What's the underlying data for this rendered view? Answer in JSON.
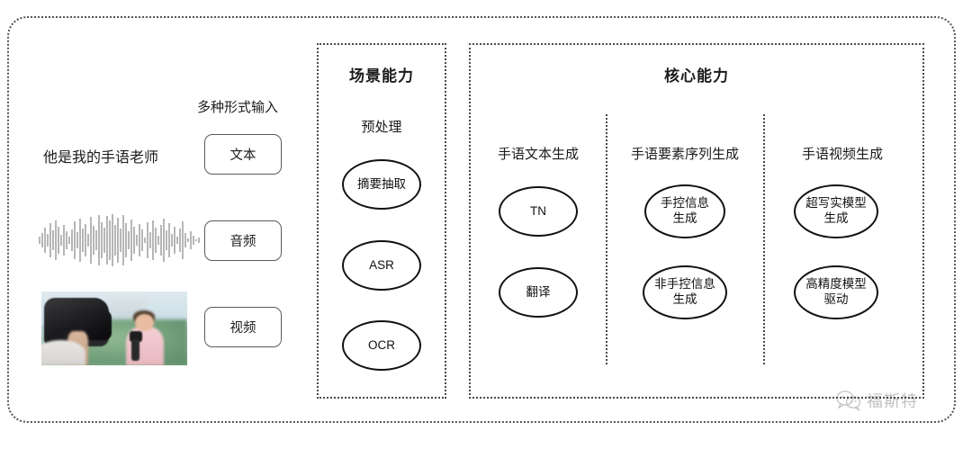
{
  "diagram": {
    "input_section": {
      "caption": "多种形式输入",
      "sample_text": "他是我的手语老师",
      "chips": [
        {
          "label": "文本"
        },
        {
          "label": "音频"
        },
        {
          "label": "视频"
        }
      ],
      "waveform_name": "audio-waveform",
      "video_thumb_name": "video-thumbnail"
    },
    "scene_capability": {
      "title": "场景能力",
      "sub_label": "预处理",
      "nodes": [
        {
          "label": "摘要抽取"
        },
        {
          "label": "ASR"
        },
        {
          "label": "OCR"
        }
      ]
    },
    "core_capability": {
      "title": "核心能力",
      "columns": [
        {
          "name": "sign-text-generation",
          "sub_label": "手语文本生成",
          "nodes": [
            {
              "label": "TN"
            },
            {
              "label": "翻译"
            }
          ]
        },
        {
          "name": "sign-element-sequence-generation",
          "sub_label": "手语要素序列生成",
          "nodes": [
            {
              "label": "手控信息\n生成"
            },
            {
              "label": "非手控信息\n生成"
            }
          ]
        },
        {
          "name": "sign-video-generation",
          "sub_label": "手语视频生成",
          "nodes": [
            {
              "label": "超写实模型\n生成"
            },
            {
              "label": "高精度模型\n驱动"
            }
          ]
        }
      ]
    },
    "watermark": {
      "text": "福斯特",
      "icon": "wechat-icon"
    },
    "colors": {
      "background": "#ffffff",
      "stroke": "#111111",
      "dotted_border": "#4a4a4a",
      "text": "#1b1b1b"
    }
  }
}
